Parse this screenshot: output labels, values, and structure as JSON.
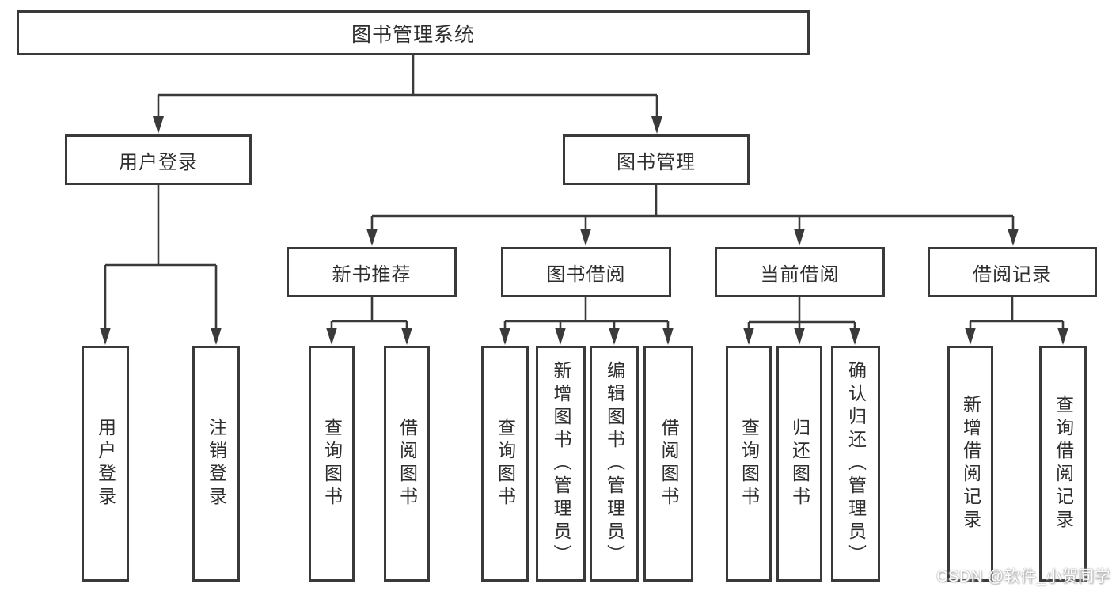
{
  "diagram": {
    "root": "图书管理系统",
    "level2": [
      "用户登录",
      "图书管理"
    ],
    "level3": [
      "新书推荐",
      "图书借阅",
      "当前借阅",
      "借阅记录"
    ],
    "leaves": {
      "user": [
        "用户登录",
        "注销登录"
      ],
      "newbook": [
        "查询图书",
        "借阅图书"
      ],
      "borrow": [
        "查询图书",
        "新增图书（管理员）",
        "编辑图书（管理员）",
        "借阅图书"
      ],
      "current": [
        "查询图书",
        "归还图书",
        "确认归还（管理员）"
      ],
      "record": [
        "新增借阅记录",
        "查询借阅记录"
      ]
    }
  },
  "watermark": {
    "text": "CSDN @软件_小贺同学"
  },
  "colors": {
    "line": "#3a3a3a",
    "box_border": "#3a3a3a",
    "box_fill": "#ffffff",
    "text": "#2e2e2e",
    "watermark_text": "#ffffff",
    "background": "#ffffff"
  }
}
